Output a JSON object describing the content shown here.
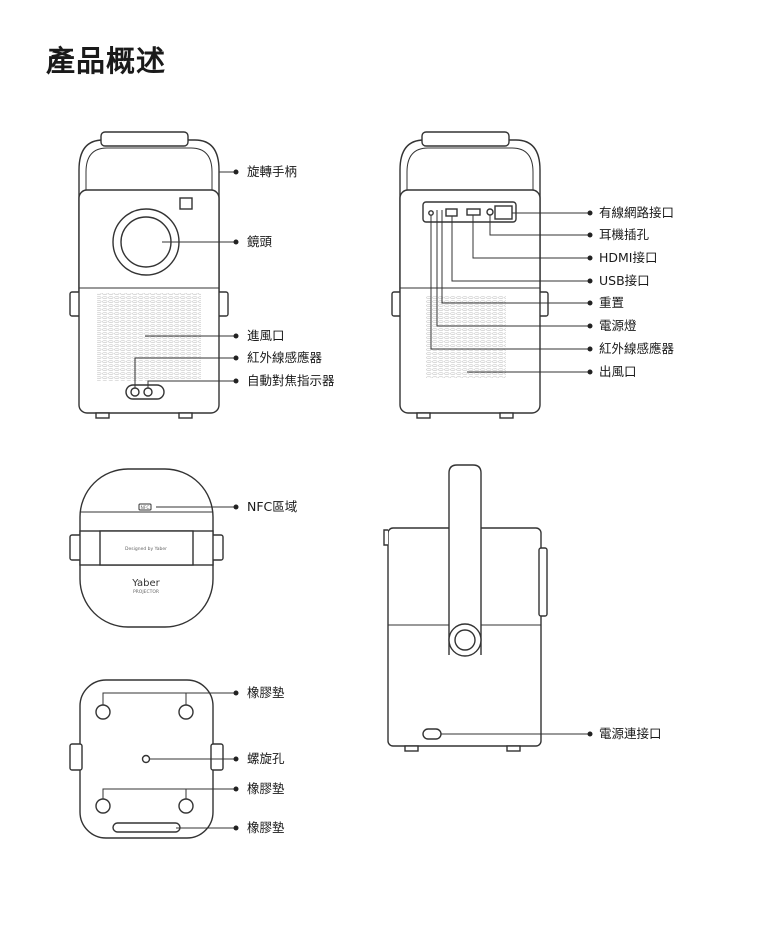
{
  "title": "產品概述",
  "front_view": {
    "labels": [
      "旋轉手柄",
      "鏡頭",
      "進風口",
      "紅外線感應器",
      "自動對焦指示器"
    ]
  },
  "back_view": {
    "labels": [
      "有線網路接口",
      "耳機插孔",
      "HDMI接口",
      "USB接口",
      "重置",
      "電源燈",
      "紅外線感應器",
      "出風口"
    ]
  },
  "top_view": {
    "labels": [
      "NFC區域"
    ],
    "brand_band_text": "Designed by Yaber",
    "logo_text": "Yaber",
    "logo_sub": "PROJECTOR",
    "nfc_mark": "NFC"
  },
  "bottom_view": {
    "labels": [
      "橡膠墊",
      "螺旋孔",
      "橡膠墊",
      "橡膠墊"
    ]
  },
  "side_view": {
    "labels": [
      "電源連接口"
    ]
  }
}
